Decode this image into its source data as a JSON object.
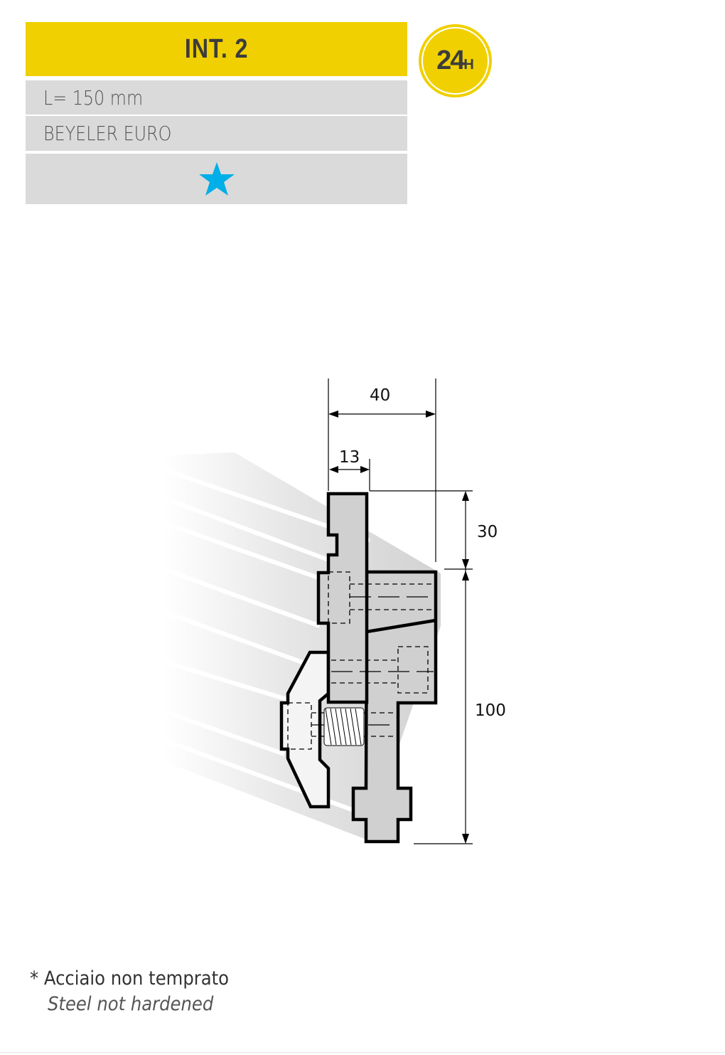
{
  "header": {
    "title": "INT. 2",
    "length": "L= 150 mm",
    "system": "BEYELER EURO",
    "rating_icon": "star-icon",
    "badge_number": "24",
    "badge_unit": "H"
  },
  "drawing": {
    "dimensions": {
      "total_width": "40",
      "tang_width": "13",
      "tang_height": "30",
      "body_height": "100"
    }
  },
  "notes": {
    "italian": "* Acciaio non temprato",
    "english": "Steel not hardened"
  },
  "colors": {
    "accent_yellow": "#f0d000",
    "star_blue": "#00aee8",
    "panel_grey": "#dadada"
  }
}
